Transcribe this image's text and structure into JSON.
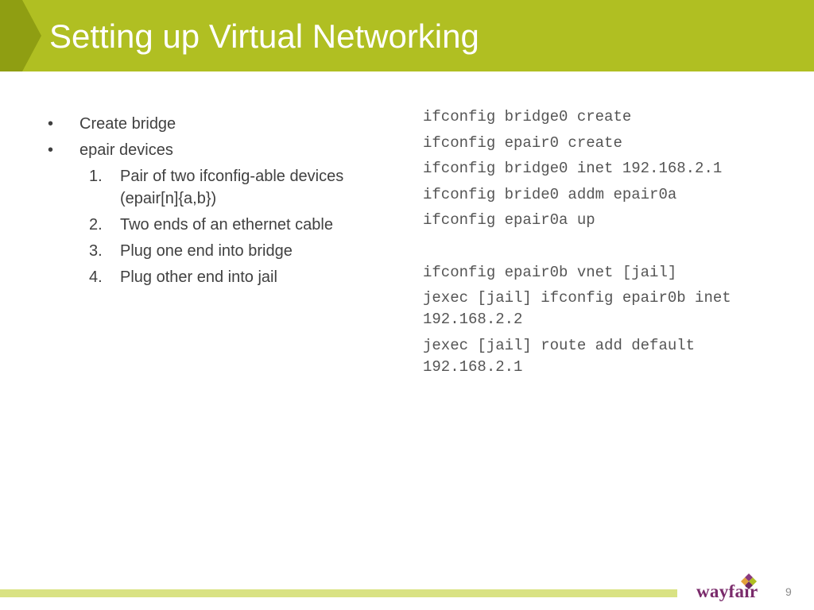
{
  "slide": {
    "title": "Setting up Virtual Networking",
    "page_number": "9"
  },
  "left": {
    "bullets": [
      {
        "marker": "•",
        "text": "Create bridge"
      },
      {
        "marker": "•",
        "text": "epair devices"
      }
    ],
    "numbered": [
      {
        "marker": "1.",
        "text": "Pair of two ifconfig-able devices (epair[n]{a,b})"
      },
      {
        "marker": "2.",
        "text": "Two ends of an ethernet cable"
      },
      {
        "marker": "3.",
        "text": "Plug one end into bridge"
      },
      {
        "marker": "4.",
        "text": "Plug other end into jail"
      }
    ]
  },
  "right": {
    "code_group_1": [
      "ifconfig bridge0 create",
      "ifconfig epair0 create",
      "ifconfig bridge0 inet 192.168.2.1",
      "ifconfig bride0 addm epair0a",
      "ifconfig epair0a up"
    ],
    "code_group_2": [
      "ifconfig epair0b vnet [jail]",
      "jexec [jail] ifconfig epair0b inet 192.168.2.2",
      "jexec [jail] route add default 192.168.2.1"
    ]
  },
  "footer": {
    "logo_text": "wayfair"
  },
  "colors": {
    "title_bar": "#b0bf22",
    "title_chevron": "#8f9e12",
    "footer_bar": "#d9e283",
    "logo": "#7a2b6b"
  }
}
